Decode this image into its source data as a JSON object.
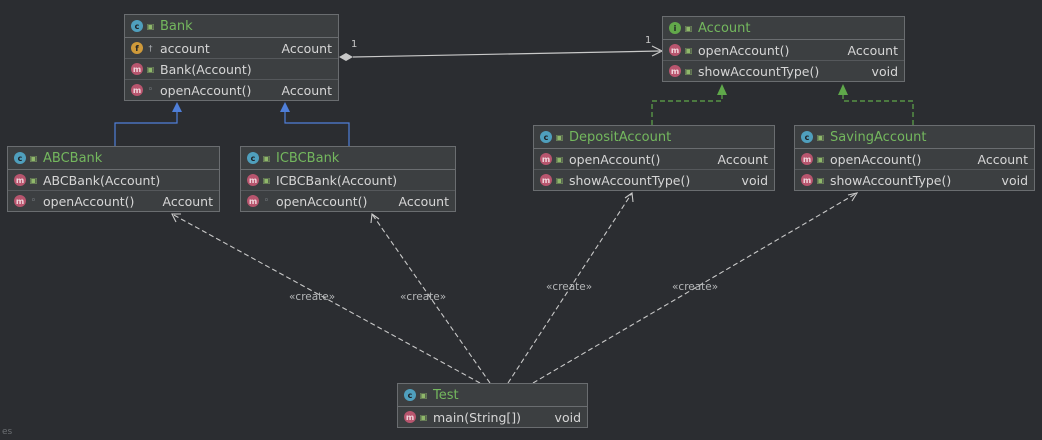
{
  "classes": {
    "bank": {
      "name": "Bank",
      "kind": "c",
      "rows": [
        {
          "badge": "f",
          "vis": "key",
          "name": "account",
          "type": "Account"
        },
        {
          "badge": "m",
          "vis": "lock",
          "name": "Bank(Account)",
          "type": ""
        },
        {
          "badge": "m",
          "vis": "dot",
          "name": "openAccount()",
          "type": "Account"
        }
      ]
    },
    "account": {
      "name": "Account",
      "kind": "i",
      "rows": [
        {
          "badge": "m",
          "vis": "lock",
          "name": "openAccount()",
          "type": "Account"
        },
        {
          "badge": "m",
          "vis": "lock",
          "name": "showAccountType()",
          "type": "void"
        }
      ]
    },
    "abcbank": {
      "name": "ABCBank",
      "kind": "c",
      "rows": [
        {
          "badge": "m",
          "vis": "lock",
          "name": "ABCBank(Account)",
          "type": ""
        },
        {
          "badge": "m",
          "vis": "dot",
          "name": "openAccount()",
          "type": "Account"
        }
      ]
    },
    "icbcbank": {
      "name": "ICBCBank",
      "kind": "c",
      "rows": [
        {
          "badge": "m",
          "vis": "lock",
          "name": "ICBCBank(Account)",
          "type": ""
        },
        {
          "badge": "m",
          "vis": "dot",
          "name": "openAccount()",
          "type": "Account"
        }
      ]
    },
    "deposit": {
      "name": "DepositAccount",
      "kind": "c",
      "rows": [
        {
          "badge": "m",
          "vis": "lock",
          "name": "openAccount()",
          "type": "Account"
        },
        {
          "badge": "m",
          "vis": "lock",
          "name": "showAccountType()",
          "type": "void"
        }
      ]
    },
    "saving": {
      "name": "SavingAccount",
      "kind": "c",
      "rows": [
        {
          "badge": "m",
          "vis": "lock",
          "name": "openAccount()",
          "type": "Account"
        },
        {
          "badge": "m",
          "vis": "lock",
          "name": "showAccountType()",
          "type": "void"
        }
      ]
    },
    "test": {
      "name": "Test",
      "kind": "c",
      "rows": [
        {
          "badge": "m",
          "vis": "lock",
          "name": "main(String[])",
          "type": "void"
        }
      ]
    }
  },
  "relations": {
    "association_source_multiplicity": "1",
    "association_target_multiplicity": "1",
    "create_label": "«create»"
  },
  "corner_text": "es",
  "colors": {
    "background": "#2b2d31",
    "inheritance": "#4f7fd9",
    "realization": "#5fa84a",
    "dependency": "#c9c9c9",
    "class_name": "#74b85e"
  }
}
